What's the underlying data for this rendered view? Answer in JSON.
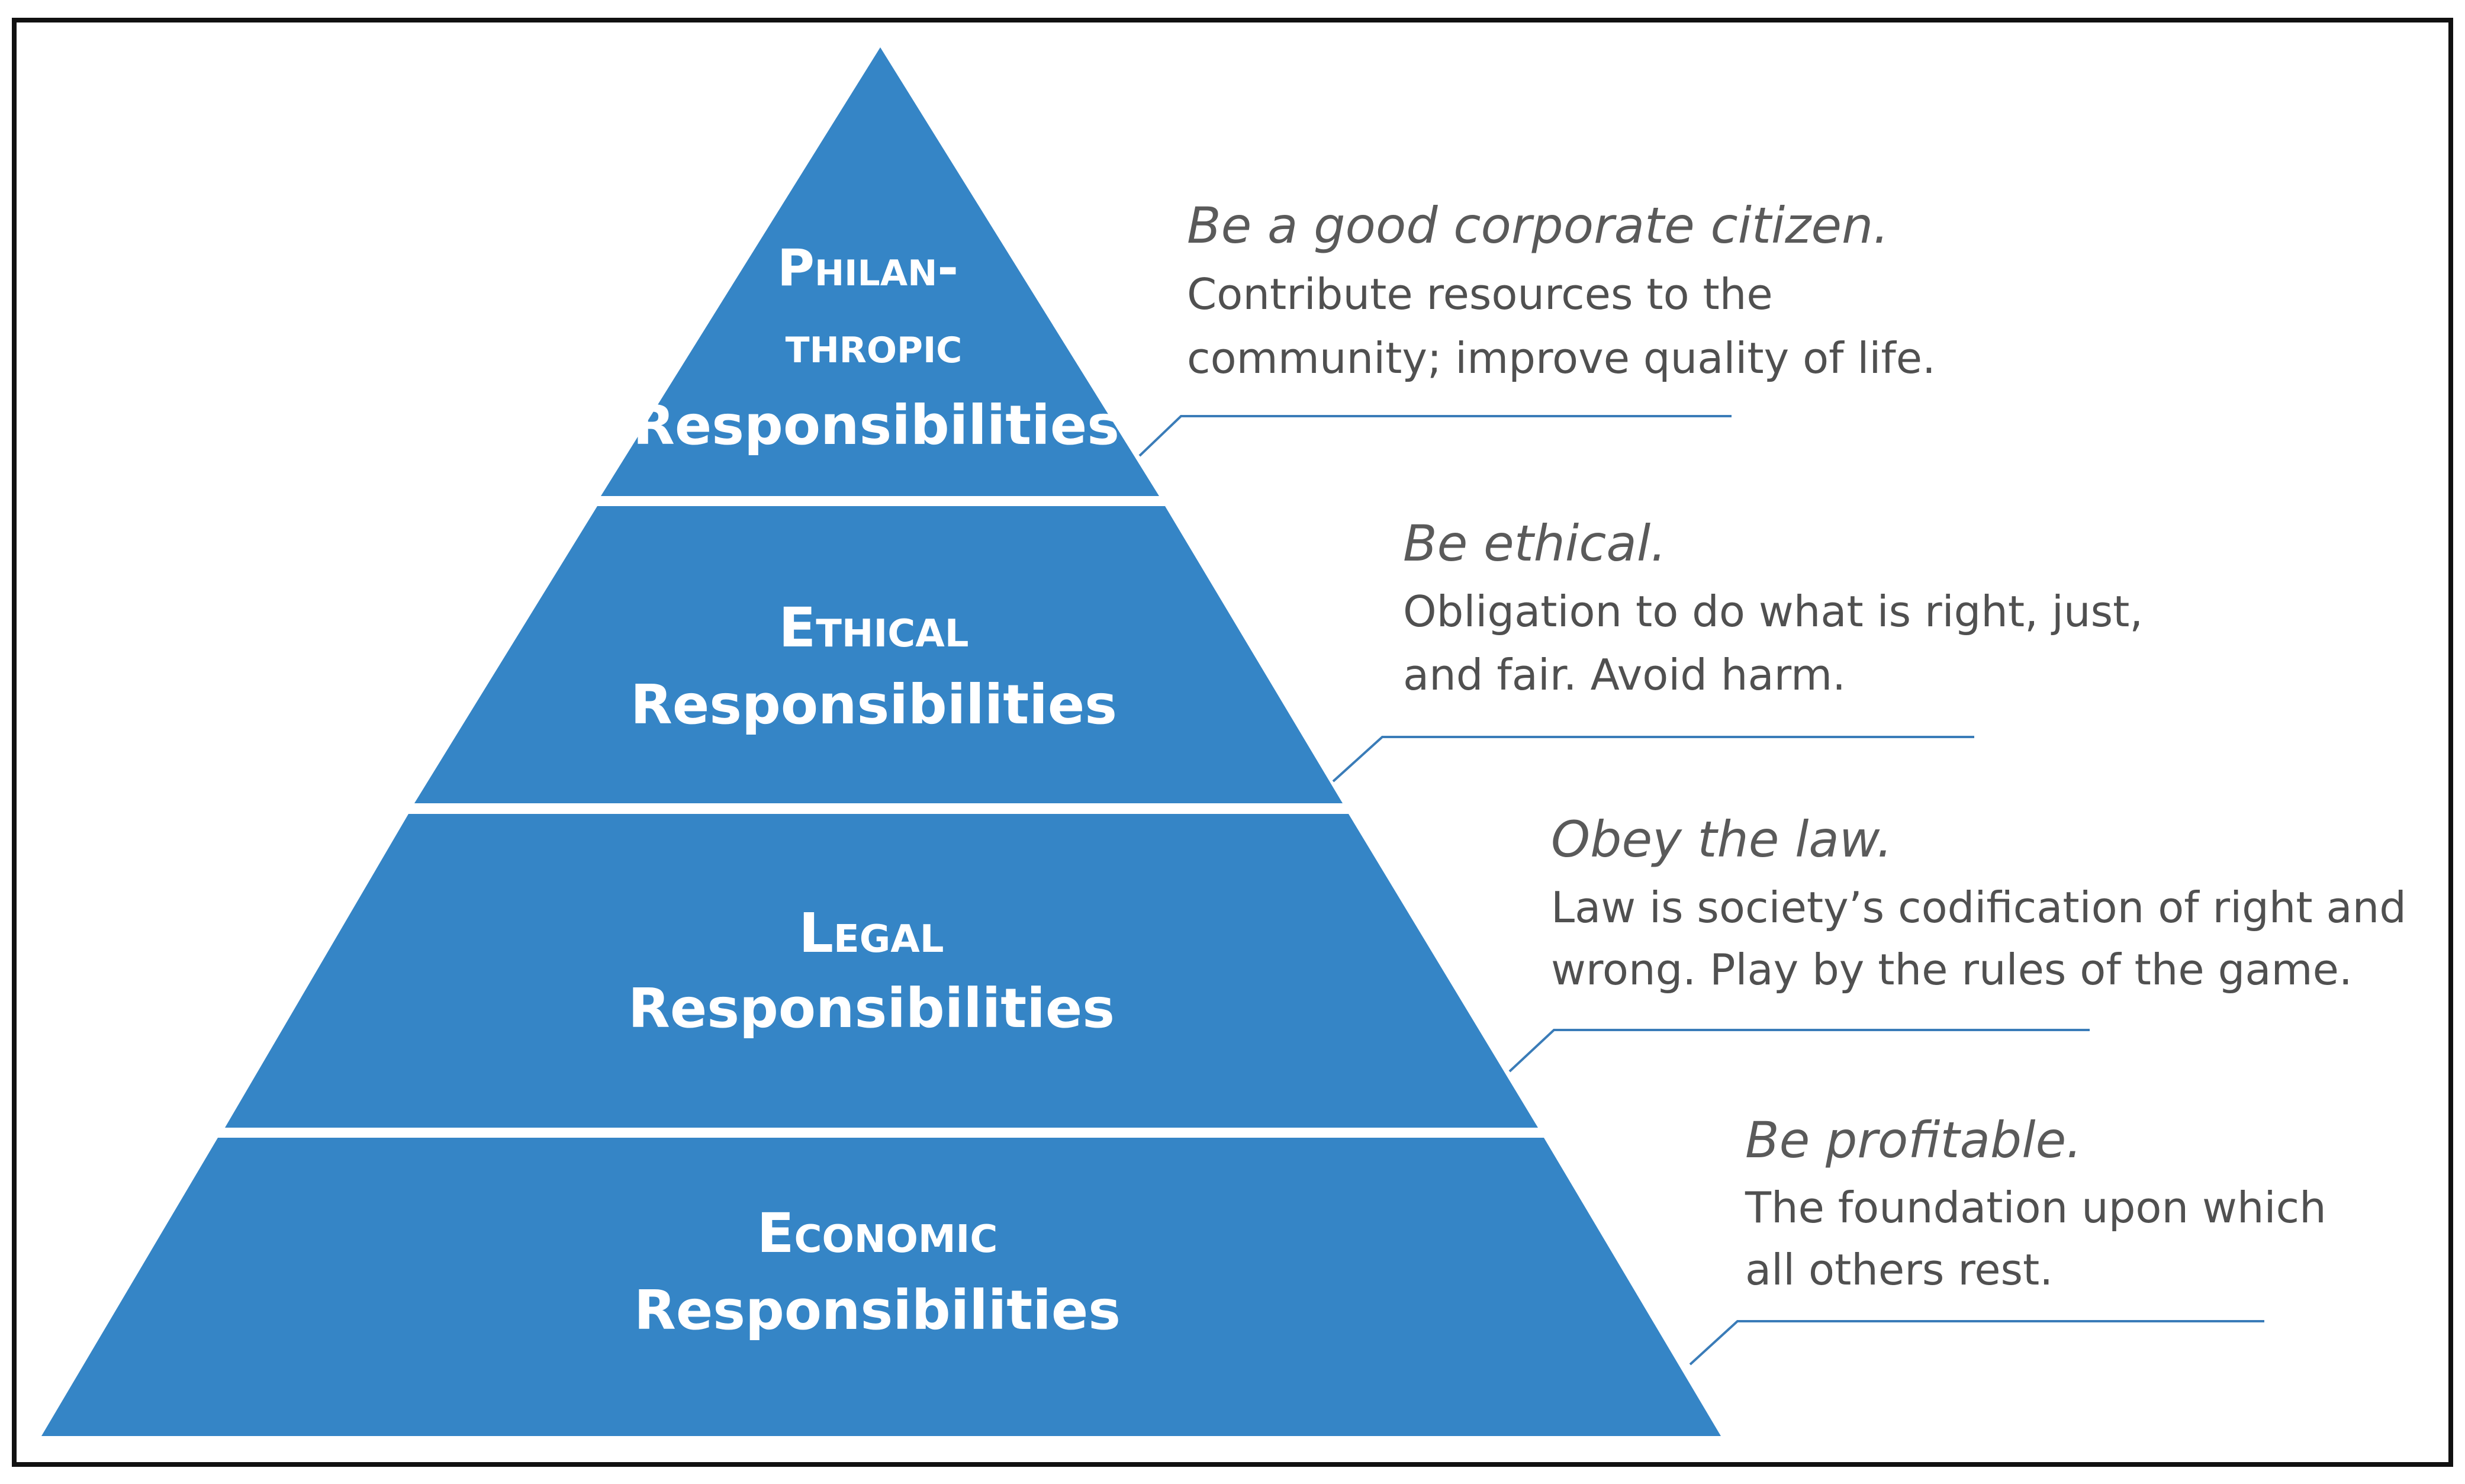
{
  "diagram": {
    "colors": {
      "tier_fill": "#3585c6",
      "tier_separator": "#ffffff",
      "frame": "#111111",
      "leader_line": "#3a7cb8"
    },
    "tiers": [
      {
        "title_line1": "Philan-",
        "title_line2": "thropic",
        "subtitle": "Responsibilities",
        "motto": "Be a good corporate citizen.",
        "description_line1": "Contribute resources to the",
        "description_line2": "community; improve quality of life."
      },
      {
        "title_line1": "Ethical",
        "subtitle": "Responsibilities",
        "motto": "Be ethical.",
        "description_line1": "Obligation to do what is right, just,",
        "description_line2": "and fair. Avoid harm."
      },
      {
        "title_line1": "Legal",
        "subtitle": "Responsibilities",
        "motto": "Obey the law.",
        "description_line1": "Law is society’s codification of right and",
        "description_line2": "wrong. Play by the rules of the game."
      },
      {
        "title_line1": "Economic",
        "subtitle": "Responsibilities",
        "motto": "Be profitable.",
        "description_line1": "The foundation upon which",
        "description_line2": "all others rest."
      }
    ]
  }
}
